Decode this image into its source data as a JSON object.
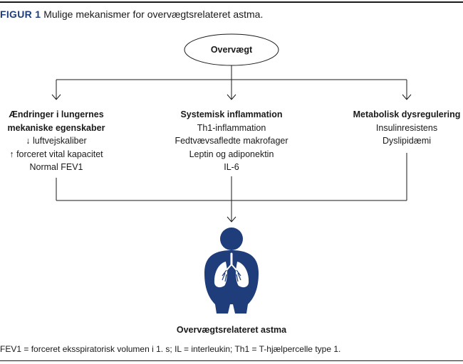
{
  "figure": {
    "label": "FIGUR 1",
    "title": "Mulige mekanismer for overvægtsrelateret astma."
  },
  "top_node": "Overvægt",
  "columns": [
    {
      "heading_lines": [
        "Ændringer i lungernes",
        "mekaniske egenskaber"
      ],
      "items": [
        "↓ luftvejskaliber",
        "↑ forceret vital kapacitet",
        "Normal FEV1"
      ]
    },
    {
      "heading_lines": [
        "Systemisk inflammation"
      ],
      "items": [
        "Th1-inflammation",
        "Fedtvævsafledte makrofager",
        "Leptin og adiponektin",
        "IL-6"
      ]
    },
    {
      "heading_lines": [
        "Metabolisk dysregulering"
      ],
      "items": [
        "Insulinresistens",
        "Dyslipidæmi"
      ]
    }
  ],
  "result_node": "Overvægtsrelateret astma",
  "result_icon": "obese-person-lungs-icon",
  "footnote": "FEV1 = forceret eksspiratorisk volumen i 1. s; IL = interleukin; Th1 = T-hjælpercelle type 1.",
  "colors": {
    "figure_label": "#1f3d7a",
    "figure_icon": "#1f3d7a",
    "lines": "#1a1a1a"
  }
}
